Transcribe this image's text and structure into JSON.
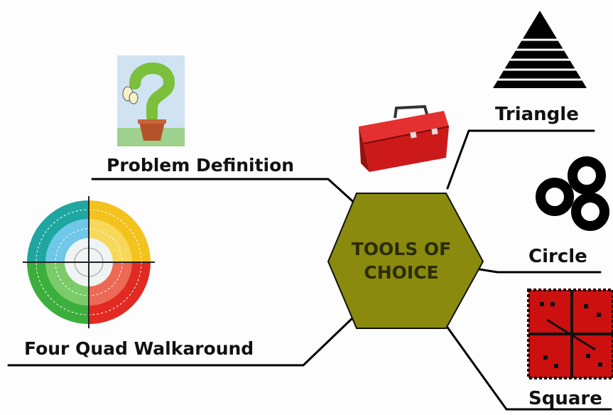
{
  "hub": {
    "line1": "TOOLS OF",
    "line2": "CHOICE",
    "fill": "#8a8a0e",
    "text_color": "#2c2c05"
  },
  "tools": {
    "problem_definition": {
      "label": "Problem Definition",
      "icon": "question-mark-plant-icon"
    },
    "four_quad": {
      "label": "Four Quad Walkaround",
      "icon": "four-quadrant-wheel-icon"
    },
    "triangle": {
      "label": "Triangle",
      "icon": "triangle-pyramid-icon"
    },
    "circle": {
      "label": "Circle",
      "icon": "three-circles-icon"
    },
    "square": {
      "label": "Square",
      "icon": "red-grid-square-icon"
    }
  },
  "toolbox": {
    "icon": "toolbox-icon",
    "color": "#d31d1d"
  },
  "colors": {
    "quad_teal": "#1fa6a0",
    "quad_yellow": "#f4c21c",
    "quad_green": "#3cae3c",
    "quad_red": "#e22a22",
    "square_red": "#cc1010"
  }
}
